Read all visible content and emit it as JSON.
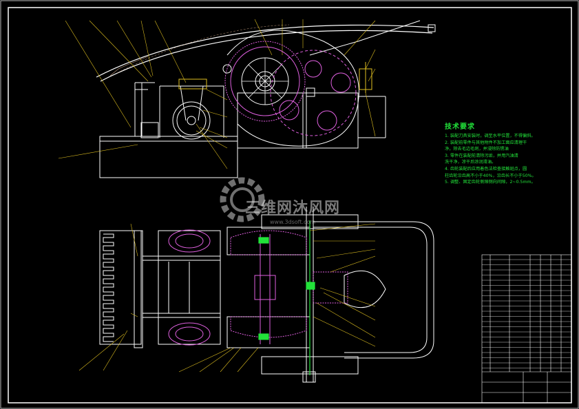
{
  "technical_requirements": {
    "title": "技术要求",
    "lines": [
      "1. 装配刀具安装时，调至水平位置，不得偏斜。",
      "2. 装配前零件与其他附件不加工面应清理干",
      "净，除去毛边毛刺，并浸除防锈油",
      "3. 零件在装配前清除污垢，并用汽油清",
      "洗干净，凉干后涂润滑油。",
      "4. 齿轮装配后应用着色法检查接触斑点，圆",
      "柱齿轮沿齿高不小于40%，沿齿长不小于50%。",
      "5. 调整、固定齿轮侧隙侧向间隙，2~0.5mm。"
    ]
  },
  "watermark": {
    "text": "三维网沐风网",
    "url": "www.3dsoft.com"
  },
  "colors": {
    "background": "#000000",
    "outline": "#ffffff",
    "gear": "#e060e0",
    "callout": "#e0c020",
    "text_green": "#22e23a",
    "border": "#ffffff"
  }
}
